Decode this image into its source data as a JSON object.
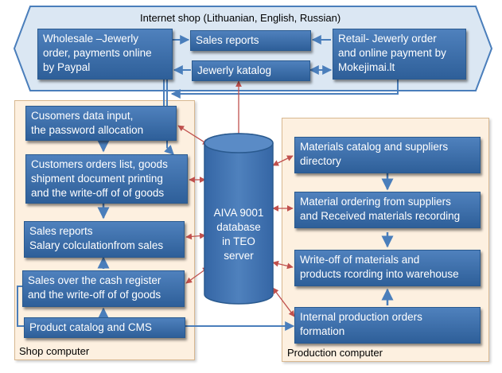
{
  "colors": {
    "box_fill": "#3d6fae",
    "box_border": "#2a5a8f",
    "arrow_blue": "#4a7ebb",
    "arrow_red": "#c0504d",
    "panel_fill": "#fdf0e0",
    "shop_band_fill": "#dbe7f3"
  },
  "internet_shop": {
    "title": "Internet shop (Lithuanian, English, Russian)",
    "wholesale": "Wholesale –Jewerly\norder, payments online\nby Paypal",
    "sales_reports": "Sales reports",
    "retail": "Retail- Jewerly order\nand online payment by\nMokejimai.lt",
    "katalog": "Jewerly katalog"
  },
  "shop_computer": {
    "label": "Shop computer",
    "customers_input": "Cusomers  data input,\nthe password allocation",
    "orders_list": "Customers orders list, goods\nshipment document printing\nand the write-off of of goods",
    "sales_reports": "Sales reports\n Salary colculationfrom sales",
    "cash_register": "Sales over the cash register\nand the write-off of of goods",
    "product_catalog": "Product catalog and  CMS"
  },
  "database": {
    "label": "AIVA 9001\ndatabase\nin TEO\nserver"
  },
  "production_computer": {
    "label": "Production computer",
    "materials_catalog": "Materials catalog and suppliers\ndirectory",
    "material_ordering": "Material ordering from suppliers\nand Received materials  recording",
    "writeoff": "Write-off of materials and\nproducts rcording into warehouse",
    "internal_orders": "Internal production orders\nformation"
  }
}
